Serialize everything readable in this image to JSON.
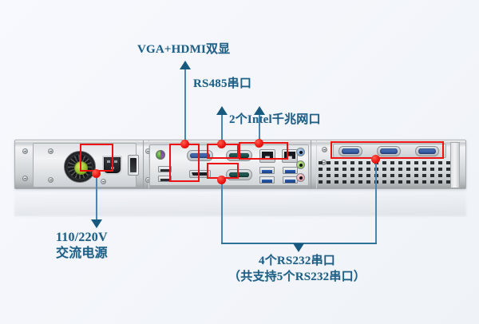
{
  "page": {
    "subject": "1U rack server rear panel port diagram",
    "background_color": "#f5f7fb",
    "label_color": "#1d5f85",
    "leader_line_color": "#4a87b0",
    "arrowhead_color": "#18597f",
    "marker_dot_color": "#ee1512",
    "highlight_box_color": "#ee1111"
  },
  "callouts": {
    "vga_hdmi": {
      "text": "VGA+HDMI双显"
    },
    "rs485": {
      "text": "RS485串口"
    },
    "lan": {
      "text": "2个Intel千兆网口"
    },
    "power": {
      "line1": "110/220V",
      "line2": "交流电源"
    },
    "rs232": {
      "line1": "4个RS232串口",
      "line2": "（共支持5个RS232串口）"
    }
  },
  "ports": {
    "power_inlet": "iec-c14-power-inlet",
    "power_switch": "rocker-power-switch",
    "psu_fan": "psu-exhaust-fan",
    "ps2": "ps2-combo-port",
    "usb2": "usb-2-0-port",
    "vga": "vga-port",
    "hdmi": "hdmi-port",
    "serial_rs485": "rs485-serial-port",
    "serial_rs232_onboard": "rs232-serial-port",
    "lan": "rj45-gigabit-lan-port",
    "usb3": "usb-3-0-port",
    "audio_line_in": "audio-line-in-jack",
    "audio_line_out": "audio-line-out-jack",
    "audio_mic": "audio-microphone-jack",
    "db9": "db9-rs232-serial-port",
    "vents": "ventilation-grille"
  }
}
